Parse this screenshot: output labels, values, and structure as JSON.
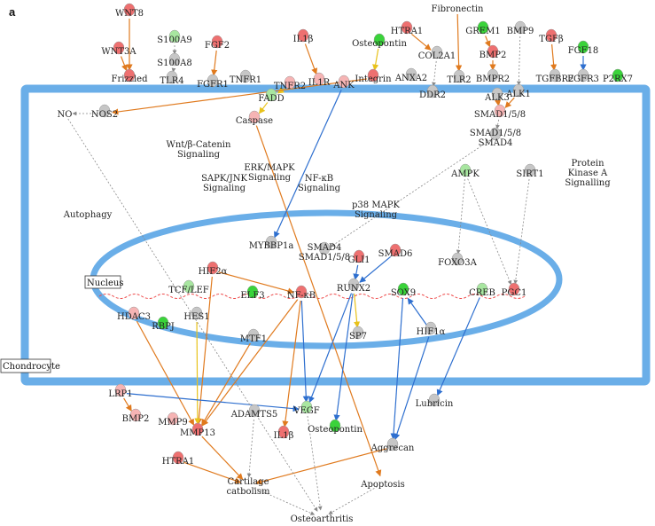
{
  "panel_label": "a",
  "compartments": {
    "cell_label": "Chondrocyte",
    "nucleus_label": "Nucleus"
  },
  "colors": {
    "membrane": "#6aaee8",
    "up": "#ee7070",
    "up_light": "#f6b4b4",
    "down": "#3ad33a",
    "down_light": "#a8e6a0",
    "neutral": "#c6c6c6",
    "edge_activation": "#e07a1e",
    "edge_inhibition": "#2e6fcf",
    "edge_inconsistent": "#e8c21a",
    "edge_indirect": "#888888"
  },
  "nodes": [
    {
      "id": "WNT8",
      "label": "WNT8",
      "state": "up"
    },
    {
      "id": "WNT3A",
      "label": "WNT3A",
      "state": "up"
    },
    {
      "id": "Frizzled",
      "label": "Frizzled",
      "state": "up"
    },
    {
      "id": "S100A9",
      "label": "S100A9",
      "state": "down_light"
    },
    {
      "id": "S100A8",
      "label": "S100A8",
      "state": "neutral"
    },
    {
      "id": "TLR4",
      "label": "TLR4",
      "state": "neutral"
    },
    {
      "id": "FGF2",
      "label": "FGF2",
      "state": "up"
    },
    {
      "id": "FGFR1",
      "label": "FGFR1",
      "state": "neutral"
    },
    {
      "id": "TNFR1",
      "label": "TNFR1",
      "state": "neutral"
    },
    {
      "id": "TNFR2",
      "label": "TNFR2",
      "state": "up_light"
    },
    {
      "id": "FADD",
      "label": "FADD",
      "state": "down_light"
    },
    {
      "id": "Caspase",
      "label": "Caspase",
      "state": "up_light"
    },
    {
      "id": "IL1b_top",
      "label": "IL1β",
      "state": "up"
    },
    {
      "id": "IL1R",
      "label": "IL1R",
      "state": "up_light"
    },
    {
      "id": "ANK",
      "label": "ANK",
      "state": "up_light"
    },
    {
      "id": "Osteopontin_top",
      "label": "Osteopontin",
      "state": "down"
    },
    {
      "id": "Integrin",
      "label": "Integrin",
      "state": "up"
    },
    {
      "id": "HTRA1_top",
      "label": "HTRA1",
      "state": "up"
    },
    {
      "id": "COL2A1",
      "label": "COL2A1",
      "state": "neutral"
    },
    {
      "id": "ANXA2",
      "label": "ANXA2",
      "state": "neutral"
    },
    {
      "id": "DDR2",
      "label": "DDR2",
      "state": "neutral"
    },
    {
      "id": "Fibronectin",
      "label": "Fibronectin",
      "state": "none"
    },
    {
      "id": "TLR2",
      "label": "TLR2",
      "state": "neutral"
    },
    {
      "id": "GREM1",
      "label": "GREM1",
      "state": "down"
    },
    {
      "id": "BMP2_top",
      "label": "BMP2",
      "state": "up"
    },
    {
      "id": "BMPR2",
      "label": "BMPR2",
      "state": "neutral"
    },
    {
      "id": "ALK3",
      "label": "ALK3",
      "state": "neutral"
    },
    {
      "id": "BMP9",
      "label": "BMP9",
      "state": "neutral"
    },
    {
      "id": "TGFb",
      "label": "TGFβ",
      "state": "up"
    },
    {
      "id": "TGFBR2",
      "label": "TGFBR2",
      "state": "neutral"
    },
    {
      "id": "ALK1",
      "label": "ALK1",
      "state": "neutral"
    },
    {
      "id": "FGF18",
      "label": "FGF18",
      "state": "down"
    },
    {
      "id": "FGFR3",
      "label": "FGFR3",
      "state": "neutral"
    },
    {
      "id": "P2RX7",
      "label": "P2RX7",
      "state": "down"
    },
    {
      "id": "SMAD158_a",
      "label": "SMAD1/5/8",
      "state": "up_light"
    },
    {
      "id": "SMAD158_SMAD4",
      "label": "SMAD1/5/8\nSMAD4",
      "state": "neutral"
    },
    {
      "id": "NO",
      "label": "NO",
      "state": "none"
    },
    {
      "id": "NOS2",
      "label": "NOS2",
      "state": "neutral"
    },
    {
      "id": "Wnt",
      "label": "Wnt/β-Catenin\nSignaling",
      "state": "none"
    },
    {
      "id": "SAPK",
      "label": "SAPK/JNK\nSignaling",
      "state": "none"
    },
    {
      "id": "ERK",
      "label": "ERK/MAPK\nSignaling",
      "state": "none"
    },
    {
      "id": "NFkB_sig",
      "label": "NF-κB\nSignaling",
      "state": "none"
    },
    {
      "id": "p38",
      "label": "p38 MAPK\nSignaling",
      "state": "none"
    },
    {
      "id": "AMPK",
      "label": "AMPK",
      "state": "down_light"
    },
    {
      "id": "SIRT1",
      "label": "SIRT1",
      "state": "neutral"
    },
    {
      "id": "PKA",
      "label": "Protein\nKinase A\nSignalling",
      "state": "none"
    },
    {
      "id": "Autophagy",
      "label": "Autophagy",
      "state": "none"
    },
    {
      "id": "MYBBP1a",
      "label": "MYBBP1a",
      "state": "neutral"
    },
    {
      "id": "SMAD4_158",
      "label": "SMAD4\nSMAD1/5/8",
      "state": "neutral"
    },
    {
      "id": "SMAD6",
      "label": "SMAD6",
      "state": "up"
    },
    {
      "id": "GLI1",
      "label": "GLI1",
      "state": "up"
    },
    {
      "id": "FOXO3A",
      "label": "FOXO3A",
      "state": "neutral"
    },
    {
      "id": "HIF2a",
      "label": "HIF2α",
      "state": "up"
    },
    {
      "id": "TCFLEF",
      "label": "TCF/LEF",
      "state": "down_light"
    },
    {
      "id": "ELF3",
      "label": "ELF3",
      "state": "down"
    },
    {
      "id": "NFkB",
      "label": "NF-κB",
      "state": "up"
    },
    {
      "id": "RUNX2",
      "label": "RUNX2",
      "state": "neutral"
    },
    {
      "id": "SOX9",
      "label": "SOX9",
      "state": "down"
    },
    {
      "id": "CREB",
      "label": "CREB",
      "state": "down_light"
    },
    {
      "id": "PGC1",
      "label": "PGC1",
      "state": "up"
    },
    {
      "id": "HDAC3",
      "label": "HDAC3",
      "state": "up_light"
    },
    {
      "id": "HES1",
      "label": "HES1",
      "state": "neutral"
    },
    {
      "id": "RBPJ",
      "label": "RBPJ",
      "state": "down"
    },
    {
      "id": "MTF1",
      "label": "MTF1",
      "state": "neutral"
    },
    {
      "id": "SP7",
      "label": "SP7",
      "state": "neutral"
    },
    {
      "id": "HIF1a",
      "label": "HIF1α",
      "state": "neutral"
    },
    {
      "id": "LRP1",
      "label": "LRP1",
      "state": "up_light"
    },
    {
      "id": "BMP2_bot",
      "label": "BMP2",
      "state": "up_light"
    },
    {
      "id": "MMP9",
      "label": "MMP9",
      "state": "up_light"
    },
    {
      "id": "MMP13",
      "label": "MMP13",
      "state": "up"
    },
    {
      "id": "ADAMTS5",
      "label": "ADAMTS5",
      "state": "neutral"
    },
    {
      "id": "VEGF",
      "label": "VEGF",
      "state": "down_light"
    },
    {
      "id": "IL1b_bot",
      "label": "IL1β",
      "state": "up"
    },
    {
      "id": "Osteopontin_bot",
      "label": "Osteopontin",
      "state": "down"
    },
    {
      "id": "Lubricin",
      "label": "Lubricin",
      "state": "neutral"
    },
    {
      "id": "Aggrecan",
      "label": "Aggrecan",
      "state": "neutral"
    },
    {
      "id": "HTRA1_bot",
      "label": "HTRA1",
      "state": "up"
    },
    {
      "id": "Cartilage",
      "label": "Cartilage\ncatbolism",
      "state": "none"
    },
    {
      "id": "Apoptosis",
      "label": "Apoptosis",
      "state": "none"
    },
    {
      "id": "Osteoarthritis",
      "label": "Osteoarthritis",
      "state": "none"
    }
  ],
  "edges": [
    {
      "from": "WNT8",
      "to": "Frizzled",
      "type": "activation"
    },
    {
      "from": "WNT3A",
      "to": "Frizzled",
      "type": "activation"
    },
    {
      "from": "S100A9",
      "to": "S100A8",
      "type": "indirect"
    },
    {
      "from": "S100A8",
      "to": "TLR4",
      "type": "indirect"
    },
    {
      "from": "FGF2",
      "to": "FGFR1",
      "type": "activation"
    },
    {
      "from": "IL1b_top",
      "to": "IL1R",
      "type": "activation"
    },
    {
      "from": "Osteopontin_top",
      "to": "Integrin",
      "type": "inconsistent"
    },
    {
      "from": "HTRA1_top",
      "to": "COL2A1",
      "type": "activation"
    },
    {
      "from": "COL2A1",
      "to": "DDR2",
      "type": "indirect"
    },
    {
      "from": "Fibronectin",
      "to": "TLR2",
      "type": "activation"
    },
    {
      "from": "GREM1",
      "to": "BMP2_top",
      "type": "activation"
    },
    {
      "from": "BMP2_top",
      "to": "BMPR2",
      "type": "activation"
    },
    {
      "from": "BMP9",
      "to": "ALK1",
      "type": "indirect"
    },
    {
      "from": "TGFb",
      "to": "TGFBR2",
      "type": "activation"
    },
    {
      "from": "FGF18",
      "to": "FGFR3",
      "type": "inhibition"
    },
    {
      "from": "ALK3",
      "to": "SMAD158_a",
      "type": "activation"
    },
    {
      "from": "ALK1",
      "to": "SMAD158_a",
      "type": "activation"
    },
    {
      "from": "SMAD158_a",
      "to": "SMAD158_SMAD4",
      "type": "indirect"
    },
    {
      "from": "TNFR2",
      "to": "FADD",
      "type": "inconsistent"
    },
    {
      "from": "FADD",
      "to": "Caspase",
      "type": "inconsistent"
    },
    {
      "from": "NOS2",
      "to": "NO",
      "type": "indirect"
    },
    {
      "from": "Integrin",
      "to": "NOS2",
      "type": "activation"
    },
    {
      "from": "Caspase",
      "to": "Apoptosis",
      "type": "activation"
    },
    {
      "from": "ANK",
      "to": "MYBBP1a",
      "type": "inhibition"
    },
    {
      "from": "SMAD158_SMAD4",
      "to": "SMAD4_158",
      "type": "indirect"
    },
    {
      "from": "AMPK",
      "to": "FOXO3A",
      "type": "indirect"
    },
    {
      "from": "AMPK",
      "to": "PGC1",
      "type": "indirect"
    },
    {
      "from": "SIRT1",
      "to": "PGC1",
      "type": "indirect"
    },
    {
      "from": "SMAD6",
      "to": "RUNX2",
      "type": "inhibition"
    },
    {
      "from": "GLI1",
      "to": "RUNX2",
      "type": "inhibition"
    },
    {
      "from": "HIF2a",
      "to": "NFkB",
      "type": "activation"
    },
    {
      "from": "HIF2a",
      "to": "MMP13",
      "type": "activation"
    },
    {
      "from": "NFkB",
      "to": "MMP13",
      "type": "activation"
    },
    {
      "from": "NFkB",
      "to": "IL1b_bot",
      "type": "activation"
    },
    {
      "from": "NFkB",
      "to": "VEGF",
      "type": "inhibition"
    },
    {
      "from": "RUNX2",
      "to": "SP7",
      "type": "inconsistent"
    },
    {
      "from": "RUNX2",
      "to": "VEGF",
      "type": "inhibition"
    },
    {
      "from": "RUNX2",
      "to": "Osteopontin_bot",
      "type": "inhibition"
    },
    {
      "from": "SOX9",
      "to": "Aggrecan",
      "type": "inhibition"
    },
    {
      "from": "HIF1a",
      "to": "SOX9",
      "type": "inhibition"
    },
    {
      "from": "HIF1a",
      "to": "Aggrecan",
      "type": "inhibition"
    },
    {
      "from": "CREB",
      "to": "Lubricin",
      "type": "inhibition"
    },
    {
      "from": "HDAC3",
      "to": "MMP13",
      "type": "activation"
    },
    {
      "from": "HES1",
      "to": "MMP13",
      "type": "inconsistent"
    },
    {
      "from": "MTF1",
      "to": "MMP13",
      "type": "activation"
    },
    {
      "from": "LRP1",
      "to": "BMP2_bot",
      "type": "activation"
    },
    {
      "from": "LRP1",
      "to": "VEGF",
      "type": "inhibition"
    },
    {
      "from": "MMP13",
      "to": "Cartilage",
      "type": "activation"
    },
    {
      "from": "HTRA1_bot",
      "to": "Cartilage",
      "type": "activation"
    },
    {
      "from": "ADAMTS5",
      "to": "Cartilage",
      "type": "indirect"
    },
    {
      "from": "Aggrecan",
      "to": "Cartilage",
      "type": "activation"
    },
    {
      "from": "Cartilage",
      "to": "Osteoarthritis",
      "type": "indirect"
    },
    {
      "from": "Apoptosis",
      "to": "Osteoarthritis",
      "type": "indirect"
    },
    {
      "from": "VEGF",
      "to": "Osteoarthritis",
      "type": "indirect"
    },
    {
      "from": "NO",
      "to": "Osteoarthritis",
      "type": "indirect"
    }
  ]
}
